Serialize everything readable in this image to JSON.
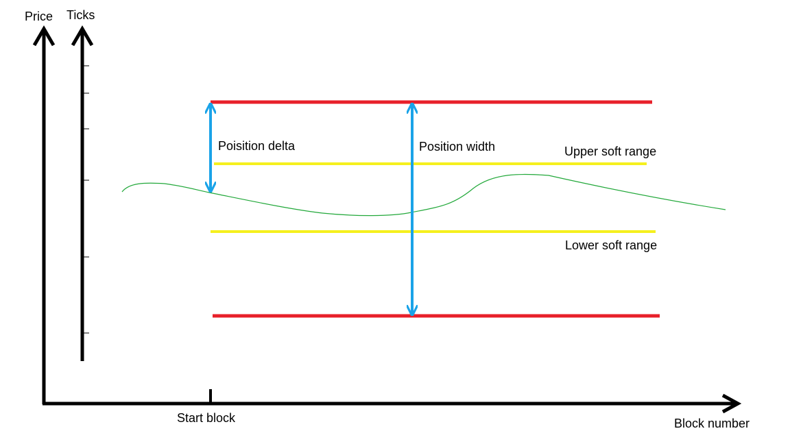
{
  "axes": {
    "price_label": "Price",
    "ticks_label": "Ticks",
    "x_label": "Block number",
    "start_block_label": "Start block"
  },
  "annotations": {
    "position_delta": "Poisition delta",
    "position_width": "Position width",
    "upper_soft_range": "Upper soft range",
    "lower_soft_range": "Lower soft range"
  },
  "colors": {
    "axis": "#000000",
    "position_bound": "#e8202a",
    "soft_range": "#f5f01e",
    "measure_arrow": "#1aa3e8",
    "price_curve": "#22a83a"
  }
}
